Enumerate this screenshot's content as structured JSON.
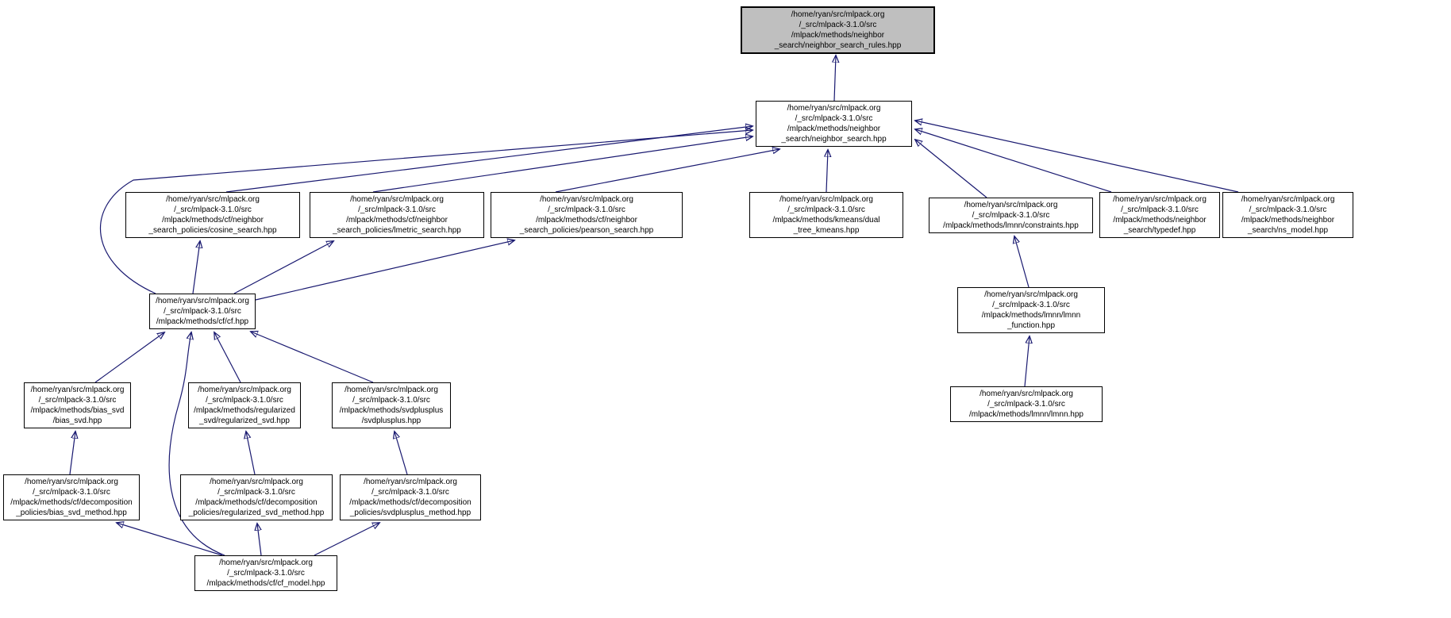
{
  "diagram": {
    "type": "doxygen-include-dependency-graph",
    "colors": {
      "edge": "#191970",
      "node_fill": "#ffffff",
      "node_border": "#000000",
      "highlight_fill": "#bfbfbf",
      "background": "#ffffff",
      "text": "#000000"
    },
    "nodes": {
      "neighbor_search_rules": {
        "label": "/home/ryan/src/mlpack.org\n/_src/mlpack-3.1.0/src\n/mlpack/methods/neighbor\n_search/neighbor_search_rules.hpp",
        "highlighted": true
      },
      "neighbor_search": {
        "label": "/home/ryan/src/mlpack.org\n/_src/mlpack-3.1.0/src\n/mlpack/methods/neighbor\n_search/neighbor_search.hpp",
        "highlighted": false
      },
      "cosine_search": {
        "label": "/home/ryan/src/mlpack.org\n/_src/mlpack-3.1.0/src\n/mlpack/methods/cf/neighbor\n_search_policies/cosine_search.hpp",
        "highlighted": false
      },
      "lmetric_search": {
        "label": "/home/ryan/src/mlpack.org\n/_src/mlpack-3.1.0/src\n/mlpack/methods/cf/neighbor\n_search_policies/lmetric_search.hpp",
        "highlighted": false
      },
      "pearson_search": {
        "label": "/home/ryan/src/mlpack.org\n/_src/mlpack-3.1.0/src\n/mlpack/methods/cf/neighbor\n_search_policies/pearson_search.hpp",
        "highlighted": false
      },
      "dual_tree_kmeans": {
        "label": "/home/ryan/src/mlpack.org\n/_src/mlpack-3.1.0/src\n/mlpack/methods/kmeans/dual\n_tree_kmeans.hpp",
        "highlighted": false
      },
      "constraints": {
        "label": "/home/ryan/src/mlpack.org\n/_src/mlpack-3.1.0/src\n/mlpack/methods/lmnn/constraints.hpp",
        "highlighted": false
      },
      "typedef": {
        "label": "/home/ryan/src/mlpack.org\n/_src/mlpack-3.1.0/src\n/mlpack/methods/neighbor\n_search/typedef.hpp",
        "highlighted": false
      },
      "ns_model": {
        "label": "/home/ryan/src/mlpack.org\n/_src/mlpack-3.1.0/src\n/mlpack/methods/neighbor\n_search/ns_model.hpp",
        "highlighted": false
      },
      "cf": {
        "label": "/home/ryan/src/mlpack.org\n/_src/mlpack-3.1.0/src\n/mlpack/methods/cf/cf.hpp",
        "highlighted": false
      },
      "lmnn_function": {
        "label": "/home/ryan/src/mlpack.org\n/_src/mlpack-3.1.0/src\n/mlpack/methods/lmnn/lmnn\n_function.hpp",
        "highlighted": false
      },
      "bias_svd": {
        "label": "/home/ryan/src/mlpack.org\n/_src/mlpack-3.1.0/src\n/mlpack/methods/bias_svd\n/bias_svd.hpp",
        "highlighted": false
      },
      "regularized_svd": {
        "label": "/home/ryan/src/mlpack.org\n/_src/mlpack-3.1.0/src\n/mlpack/methods/regularized\n_svd/regularized_svd.hpp",
        "highlighted": false
      },
      "svdplusplus": {
        "label": "/home/ryan/src/mlpack.org\n/_src/mlpack-3.1.0/src\n/mlpack/methods/svdplusplus\n/svdplusplus.hpp",
        "highlighted": false
      },
      "lmnn": {
        "label": "/home/ryan/src/mlpack.org\n/_src/mlpack-3.1.0/src\n/mlpack/methods/lmnn/lmnn.hpp",
        "highlighted": false
      },
      "bias_svd_method": {
        "label": "/home/ryan/src/mlpack.org\n/_src/mlpack-3.1.0/src\n/mlpack/methods/cf/decomposition\n_policies/bias_svd_method.hpp",
        "highlighted": false
      },
      "regularized_svd_method": {
        "label": "/home/ryan/src/mlpack.org\n/_src/mlpack-3.1.0/src\n/mlpack/methods/cf/decomposition\n_policies/regularized_svd_method.hpp",
        "highlighted": false
      },
      "svdplusplus_method": {
        "label": "/home/ryan/src/mlpack.org\n/_src/mlpack-3.1.0/src\n/mlpack/methods/cf/decomposition\n_policies/svdplusplus_method.hpp",
        "highlighted": false
      },
      "cf_model": {
        "label": "/home/ryan/src/mlpack.org\n/_src/mlpack-3.1.0/src\n/mlpack/methods/cf/cf_model.hpp",
        "highlighted": false
      }
    },
    "edges": [
      {
        "from": "neighbor_search",
        "to": "neighbor_search_rules"
      },
      {
        "from": "cf",
        "to": "neighbor_search"
      },
      {
        "from": "cosine_search",
        "to": "neighbor_search"
      },
      {
        "from": "lmetric_search",
        "to": "neighbor_search"
      },
      {
        "from": "pearson_search",
        "to": "neighbor_search"
      },
      {
        "from": "dual_tree_kmeans",
        "to": "neighbor_search"
      },
      {
        "from": "constraints",
        "to": "neighbor_search"
      },
      {
        "from": "typedef",
        "to": "neighbor_search"
      },
      {
        "from": "ns_model",
        "to": "neighbor_search"
      },
      {
        "from": "cf",
        "to": "cosine_search"
      },
      {
        "from": "cf",
        "to": "lmetric_search"
      },
      {
        "from": "cf",
        "to": "pearson_search"
      },
      {
        "from": "bias_svd",
        "to": "cf"
      },
      {
        "from": "regularized_svd",
        "to": "cf"
      },
      {
        "from": "svdplusplus",
        "to": "cf"
      },
      {
        "from": "cf_model",
        "to": "cf"
      },
      {
        "from": "bias_svd_method",
        "to": "bias_svd"
      },
      {
        "from": "regularized_svd_method",
        "to": "regularized_svd"
      },
      {
        "from": "svdplusplus_method",
        "to": "svdplusplus"
      },
      {
        "from": "cf_model",
        "to": "bias_svd_method"
      },
      {
        "from": "cf_model",
        "to": "regularized_svd_method"
      },
      {
        "from": "cf_model",
        "to": "svdplusplus_method"
      },
      {
        "from": "lmnn_function",
        "to": "constraints"
      },
      {
        "from": "lmnn",
        "to": "lmnn_function"
      }
    ]
  }
}
